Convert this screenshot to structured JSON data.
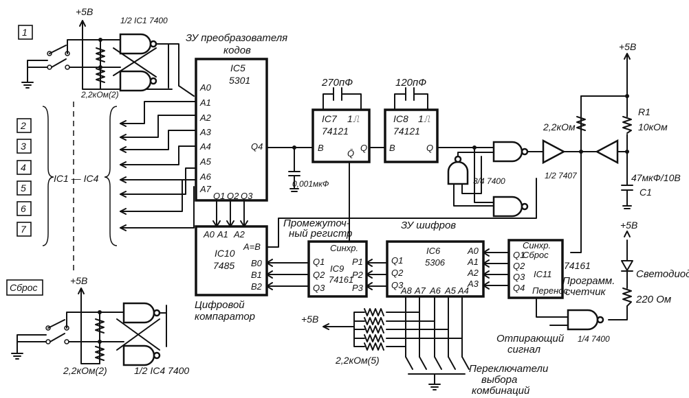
{
  "supply": {
    "v5": "+5В"
  },
  "keys": [
    "1",
    "2",
    "3",
    "4",
    "5",
    "6",
    "7"
  ],
  "reset": "Сброс",
  "labels": {
    "gate_top": "1/2 IC1 7400",
    "gate_bottom": "1/2 IC4 7400",
    "r_pair_top": "2,2кОм(2)",
    "r_pair_bottom": "2,2кОм(2)",
    "ic1_ic4": "IC1 — IC4",
    "mem_conv": "ЗУ преобразователя",
    "mem_conv2": "кодов",
    "c270": "270пФ",
    "c120": "120пФ",
    "c001": "0,001мкФ",
    "r22k": "2,2кОм",
    "r1_name": "R1",
    "r1_val": "10кОм",
    "c1_val": "47мкФ/10В",
    "c1_name": "C1",
    "gate_34": "3/4 7400",
    "buf_7407": "1/2 7407",
    "interm1": "Промежуточ-",
    "interm2": "ный регистр",
    "mem_cipher": "ЗУ шифров",
    "digital_comp1": "Цифровой",
    "digital_comp2": "компаратор",
    "prog_counter1": "Программ.",
    "prog_counter2": "счетчик",
    "led": "Светодиод",
    "r220": "220 Ом",
    "unlock1": "Отпирающий",
    "unlock2": "сигнал",
    "gate_14": "1/4 7400",
    "r5": "2,2кОм(5)",
    "switches1": "Переключатели",
    "switches2": "выбора",
    "switches3": "комбинаций"
  },
  "ics": {
    "ic5": {
      "name": "IC5",
      "part": "5301",
      "inputs": [
        "A0",
        "A1",
        "A2",
        "A3",
        "A4",
        "A5",
        "A6",
        "A7"
      ],
      "out": "Q4",
      "bottom": [
        "Q1",
        "Q2",
        "Q3"
      ]
    },
    "ic7": {
      "name": "IC7",
      "part": "74121",
      "in": "B",
      "out": "Q",
      "outn": "Q̄",
      "pulse": "1⎍"
    },
    "ic8": {
      "name": "IC8",
      "part": "74121",
      "in": "B",
      "out": "Q",
      "pulse": "1⎍"
    },
    "ic10": {
      "name": "IC10",
      "part": "7485",
      "top": [
        "A0",
        "A1",
        "A2"
      ],
      "eq": "A=B",
      "right": [
        "B0",
        "B1",
        "B2"
      ]
    },
    "ic9": {
      "name": "IC9",
      "part": "74161",
      "sync": "Синхр.",
      "left": [
        "Q1",
        "Q2",
        "Q3"
      ],
      "right": [
        "P1",
        "P2",
        "P3"
      ]
    },
    "ic6": {
      "name": "IC6",
      "part": "5306",
      "left": [
        "Q1",
        "Q2",
        "Q3"
      ],
      "right": [
        "A0",
        "A1",
        "A2",
        "A3"
      ],
      "bottom": [
        "A8",
        "A7",
        "A6",
        "A5",
        "A4"
      ]
    },
    "ic11": {
      "name": "IC11",
      "part": "74161",
      "sync": "Синхр.",
      "reset": "Сброс",
      "left": [
        "Q1",
        "Q2",
        "Q3",
        "Q4"
      ],
      "carry": "Перенос"
    }
  }
}
